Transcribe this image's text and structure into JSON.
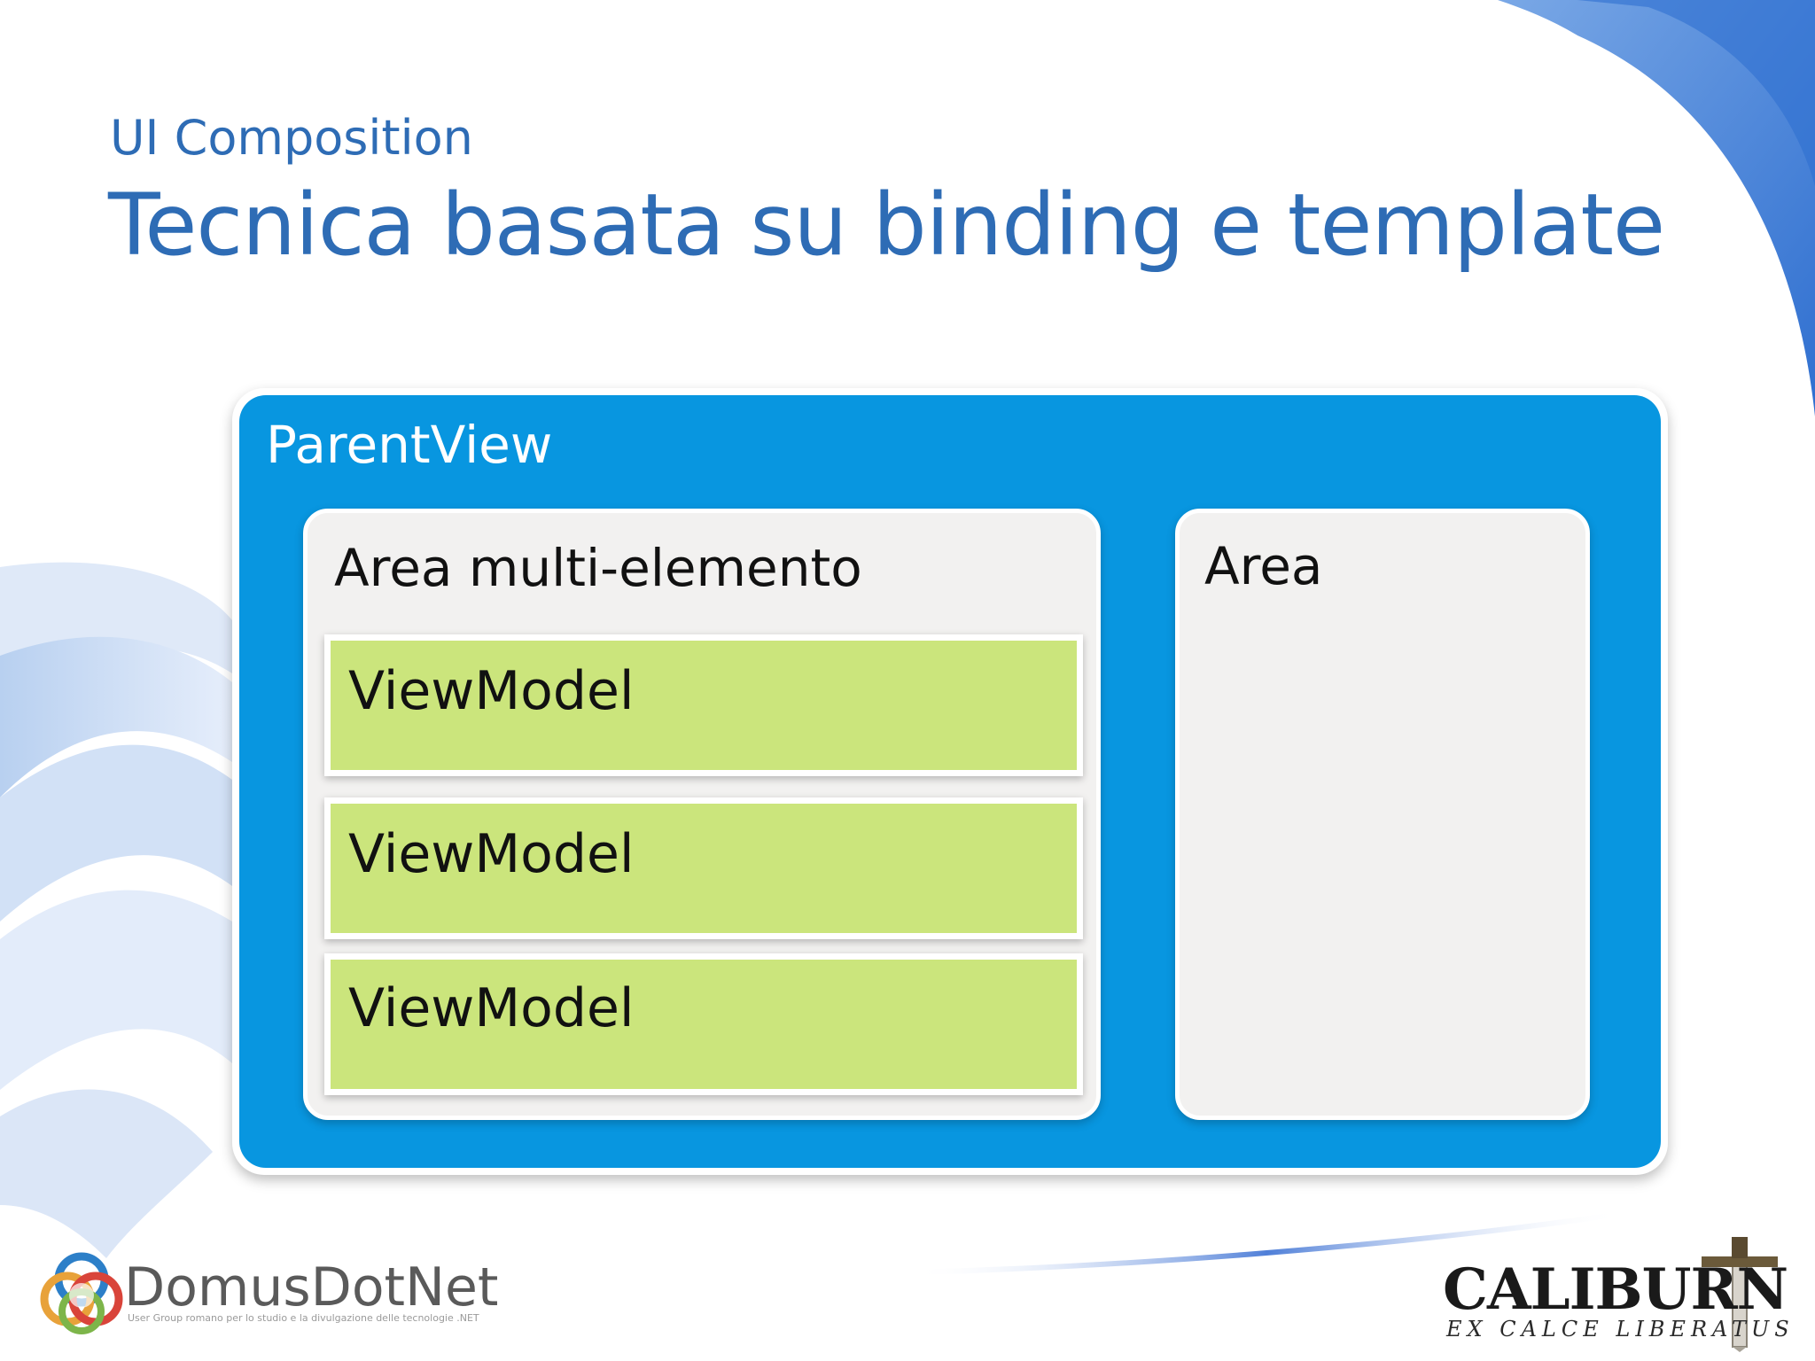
{
  "header": {
    "subtitle": "UI Composition",
    "title": "Tecnica basata su binding e template"
  },
  "diagram": {
    "parent_view": {
      "label": "ParentView"
    },
    "multi_area": {
      "label": "Area multi-elemento",
      "items": [
        "ViewModel",
        "ViewModel",
        "ViewModel"
      ]
    },
    "single_area": {
      "label": "Area"
    }
  },
  "footer": {
    "left_logo": {
      "name": "DomusDotNet",
      "tagline": "User Group romano per lo studio e la divulgazione delle tecnologie .NET"
    },
    "right_logo": {
      "name": "CALIBURN",
      "motto": "EX CALCE LIBERATUS"
    }
  },
  "colors": {
    "title": "#2e6cb5",
    "parent_view": "#0896e0",
    "panel": "#f2f1f0",
    "viewmodel": "#cbe57c"
  },
  "icons": [
    "domusdotnet-logo-icon",
    "sword-icon"
  ]
}
